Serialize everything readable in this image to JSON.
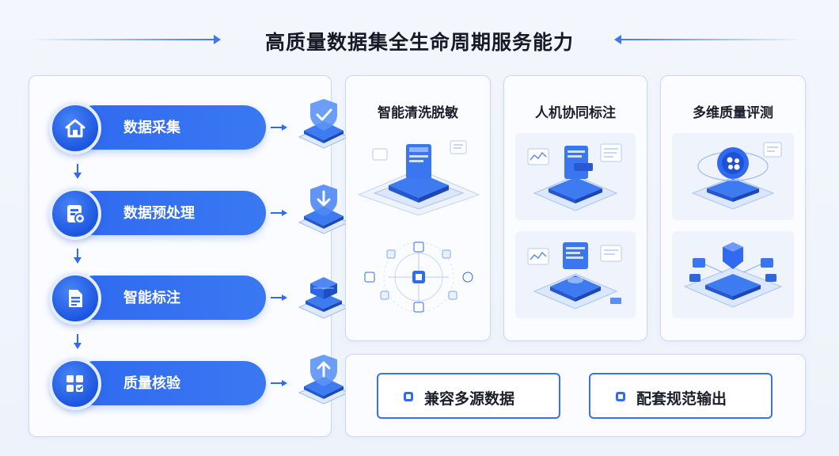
{
  "title": "高质量数据集全生命周期服务能力",
  "colors": {
    "accent": "#2f6af0",
    "border": "#c9d8f3",
    "text": "#1a1e2a"
  },
  "steps": [
    {
      "label": "数据采集",
      "icon": "home-icon"
    },
    {
      "label": "数据预处理",
      "icon": "document-process-icon"
    },
    {
      "label": "智能标注",
      "icon": "file-text-icon"
    },
    {
      "label": "质量核验",
      "icon": "grid-check-icon"
    }
  ],
  "cards": [
    {
      "title": "智能清洗脱敏"
    },
    {
      "title": "人机协同标注"
    },
    {
      "title": "多维质量评测"
    }
  ],
  "tags": [
    {
      "label": "兼容多源数据"
    },
    {
      "label": "配套规范输出"
    }
  ]
}
